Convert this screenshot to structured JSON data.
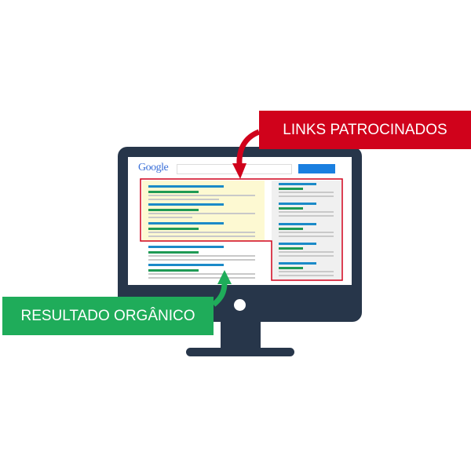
{
  "labels": {
    "sponsored": "LINKS PATROCINADOS",
    "organic": "RESULTADO ORGÂNICO"
  },
  "search_page": {
    "logo": "Google"
  },
  "colors": {
    "sponsored": "#d0021b",
    "organic": "#1fac5a",
    "monitor": "#27364a",
    "link": "#1b8ac8",
    "url": "#1f9a55"
  }
}
